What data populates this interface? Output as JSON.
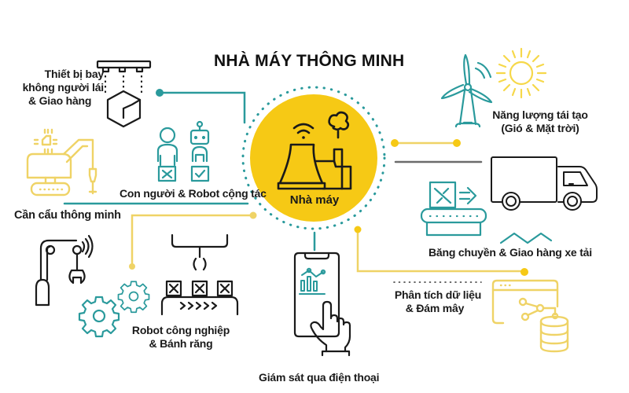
{
  "title": "NHÀ MÁY THÔNG MINH",
  "colors": {
    "teal": "#2a9a9c",
    "yellow": "#f6c915",
    "yellow_line": "#efd366",
    "dark": "#1a1a1a",
    "gray_line": "#6b6b6b",
    "background": "#ffffff"
  },
  "hub": {
    "label": "Nhà máy",
    "icon": "factory-wifi-icon"
  },
  "nodes": [
    {
      "id": "drone",
      "line1": "Thiết bị bay",
      "line2": "không người lái",
      "line3": "& Giao hàng",
      "icon": "drone-package-icon"
    },
    {
      "id": "cobot",
      "line1": "Con người & Robot cộng tác",
      "icon": "human-robot-icon"
    },
    {
      "id": "crane",
      "line1": "Cần cẩu thông minh",
      "icon": "smart-crane-icon"
    },
    {
      "id": "robot",
      "line1": "Robot công nghiệp",
      "line2": "& Bánh răng",
      "icon": "robot-arm-gears-icon"
    },
    {
      "id": "mobile",
      "line1": "Giám sát qua điện thoại",
      "icon": "smartphone-chart-icon"
    },
    {
      "id": "data",
      "line1": "Phân tích dữ liệu",
      "line2": "& Đám mây",
      "icon": "cloud-database-icon"
    },
    {
      "id": "conveyor",
      "line1": "Băng chuyền & Giao hàng xe tải",
      "icon": "conveyor-truck-icon"
    },
    {
      "id": "energy",
      "line1": "Năng lượng tái tạo",
      "line2": "(Gió & Mặt trời)",
      "icon": "wind-sun-icon"
    }
  ]
}
